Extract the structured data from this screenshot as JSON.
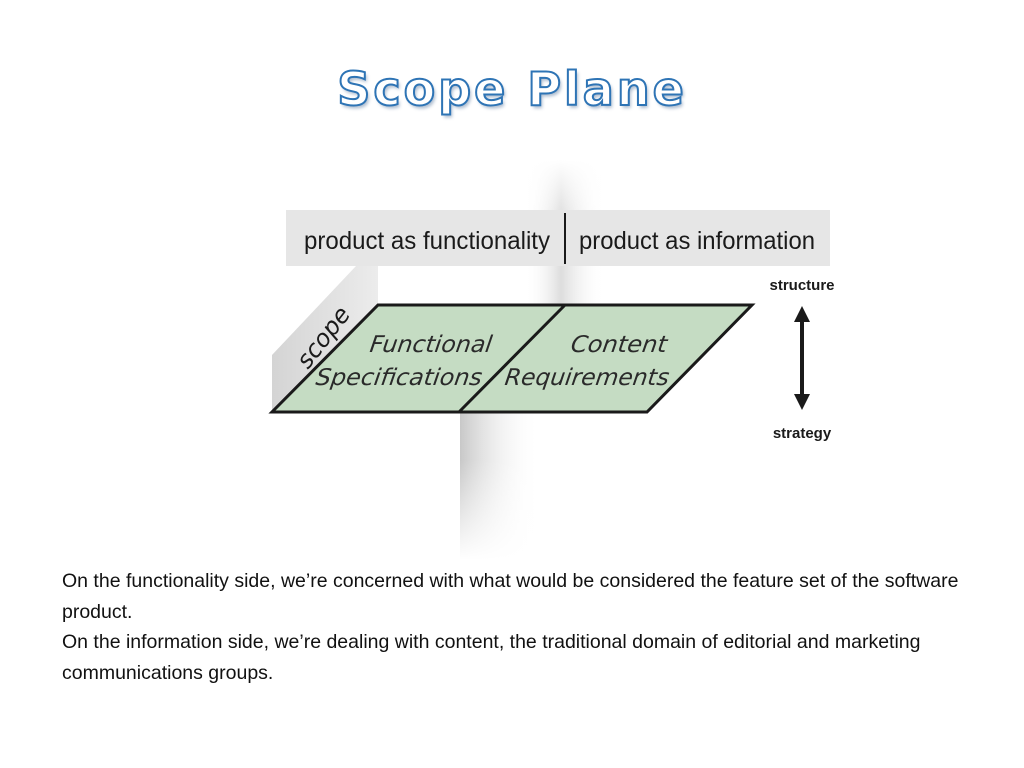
{
  "title": "Scope Plane",
  "diagram": {
    "header_left": "product as functionality",
    "header_right": "product as information",
    "plane_label": "scope",
    "cell_left_line1": "Functional",
    "cell_left_line2": "Specifications",
    "cell_right_line1": "Content",
    "cell_right_line2": "Requirements",
    "axis_top": "structure",
    "axis_bottom": "strategy",
    "colors": {
      "plane_fill": "#c5dcc3",
      "header_bg": "#e6e6e6",
      "outline": "#1a1a1a",
      "title_stroke": "#2e74b5"
    }
  },
  "body": {
    "paragraph1": "On the functionality side, we’re concerned with what would be considered the feature set of the software product.",
    "paragraph2": "On the information side, we’re dealing with content, the traditional domain of editorial and marketing communications groups."
  }
}
